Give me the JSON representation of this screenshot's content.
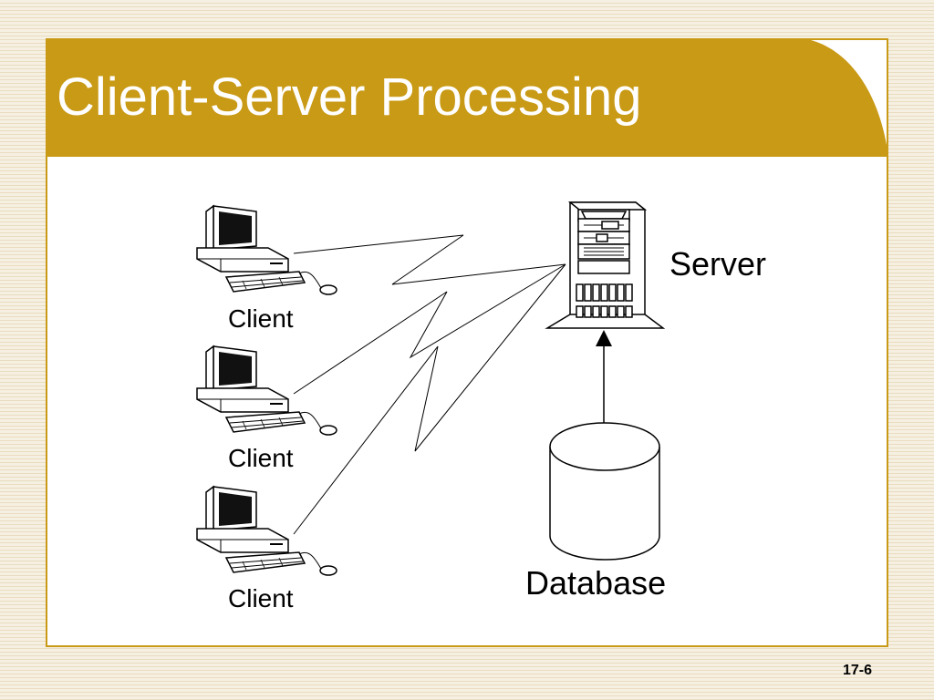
{
  "title": "Client-Server Processing",
  "diagram": {
    "clients": [
      {
        "label": "Client"
      },
      {
        "label": "Client"
      },
      {
        "label": "Client"
      }
    ],
    "server": {
      "label": "Server"
    },
    "database": {
      "label": "Database"
    }
  },
  "footer": {
    "page_number": "17-6"
  },
  "colors": {
    "header": "#c99a16",
    "frame_border": "#c99a16",
    "panel": "#ffffff"
  }
}
